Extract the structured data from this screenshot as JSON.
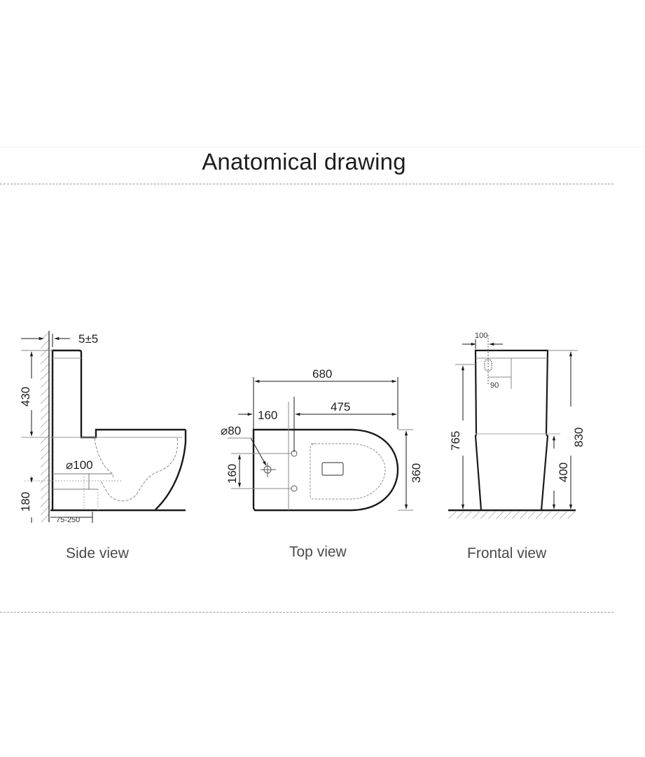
{
  "header": {
    "title": "Anatomical drawing"
  },
  "views": [
    {
      "name": "side",
      "caption": "Side view",
      "dimensions": {
        "wall_gap": "5±5",
        "tank_height": "430",
        "outlet_diameter": "⌀100",
        "outlet_height": "180",
        "wall_offset": "75-250"
      }
    },
    {
      "name": "top",
      "caption": "Top view",
      "dimensions": {
        "total_length": "680",
        "bowl_length": "475",
        "rear_offset": "160",
        "drain_diameter": "⌀80",
        "bolt_spacing": "160",
        "width": "360"
      }
    },
    {
      "name": "frontal",
      "caption": "Frontal view",
      "dimensions": {
        "inlet_offset": "100",
        "inlet_depth": "90",
        "tank_inlet_height": "765",
        "total_height": "830",
        "seat_height": "400"
      }
    }
  ],
  "colors": {
    "line": "#1a1a1a",
    "thin_line": "#8a8a8a",
    "dash_rule": "#9a9a9a",
    "caption": "#4a4a4a"
  }
}
